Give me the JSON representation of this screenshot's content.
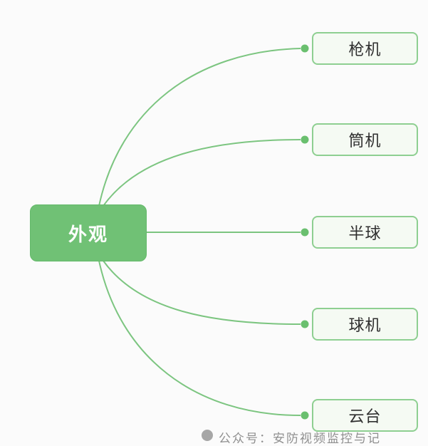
{
  "app": {
    "background_color": "#fbfbfb"
  },
  "diagram": {
    "type": "mindmap",
    "root": {
      "label": "外观",
      "fill_color": "#70c175",
      "text_color": "#ffffff"
    },
    "children": [
      {
        "label": "枪机"
      },
      {
        "label": "筒机"
      },
      {
        "label": "半球"
      },
      {
        "label": "球机"
      },
      {
        "label": "云台"
      }
    ],
    "edge_color": "#7cc580",
    "connector_dot_color": "#6abf6f",
    "child_node_fill": "#f5faf3",
    "child_node_border_color": "#8ecf91",
    "child_node_text_color": "#2f2f2f"
  },
  "watermark": {
    "icon": "wechat-official-account-icon",
    "text": "公众号：安防视频监控与记",
    "color": "#8f8f8f"
  }
}
